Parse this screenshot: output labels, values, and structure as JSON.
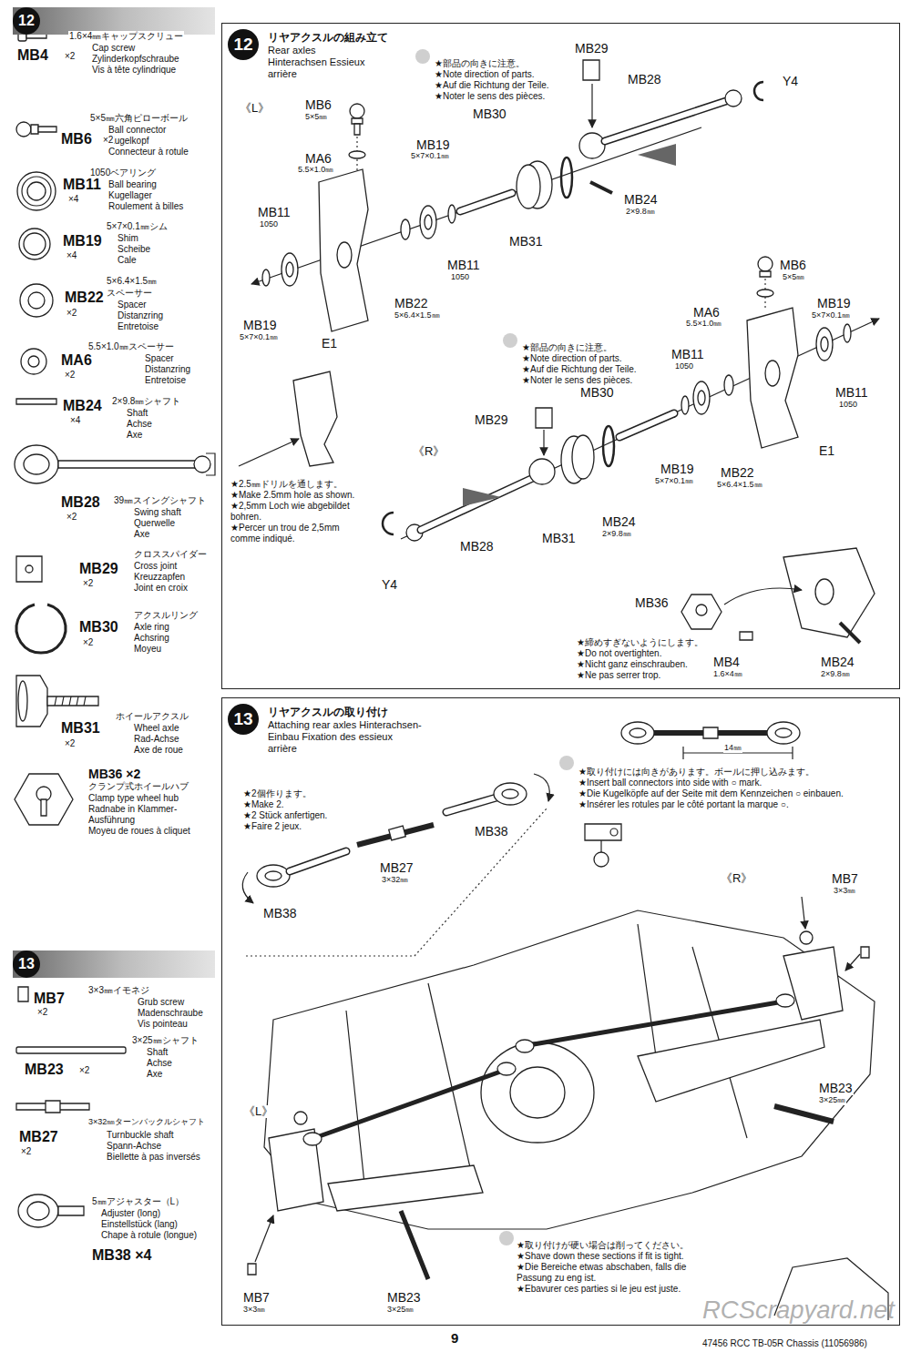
{
  "diagram": {
    "nodes": [
      {
        "text": [
          "リヤアクスルの組み立て",
          "Rear axles Hinterachsen Essieux arrière"
        ]
      },
      {
        "text": [
          "12"
        ],
        "in": 0
      },
      {
        "text": [
          "リヤアクスルの取り付け",
          "Attaching rear axles Hinterachsen-Einbau Fixation des essieux arrière"
        ]
      },
      {
        "text": [
          "13"
        ],
        "in": 2
      },
      {
        "text": [
          "12"
        ]
      },
      {
        "text": [
          "13"
        ]
      }
    ],
    "labels": [
      "1.6×4㎜キャップスクリュー",
      "Cap screw",
      "Zylinderkopfschraube",
      "Vis à tête cylindrique",
      "MB4",
      "×2",
      "5×5㎜六角ピローボール",
      "Ball connector",
      "Kugelkopf",
      "Connecteur à rotule",
      "MB6",
      "×2",
      "1050ベアリング",
      "Ball bearing",
      "Kugellager",
      "Roulement à billes",
      "MB11",
      "×4",
      "5×7×0.1㎜シム",
      "Shim",
      "Scheibe",
      "Cale",
      "MB19",
      "×4",
      "5×6.4×1.5㎜",
      "スペーサー",
      "Spacer",
      "Distanzring",
      "Entretoise",
      "MB22",
      "×2",
      "5.5×1.0㎜スペーサー",
      "Spacer",
      "Distanzring",
      "Entretoise",
      "MA6",
      "×2",
      "2×9.8㎜シャフト",
      "Shaft",
      "Achse",
      "Axe",
      "MB24",
      "×4",
      "MB28",
      "×2",
      "39㎜スイングシャフト",
      "Swing shaft",
      "Querwelle",
      "Axe",
      "MB29",
      "×2",
      "クロススパイダー",
      "Cross joint",
      "Kreuzzapfen",
      "Joint en croix",
      "MB30",
      "×2",
      "アクスルリング",
      "Axle ring",
      "Achsring",
      "Moyeu",
      "MB31",
      "×2",
      "ホイールアクスル",
      "Wheel axle",
      "Rad-Achse",
      "Axe de roue",
      "MB36 ×2",
      "クランプ式ホイールハブ",
      "Clamp type wheel hub",
      "Radnabe in Klammer-",
      "Ausführung",
      "Moyeu de roues à cliquet",
      "MB7",
      "×2",
      "3×3㎜イモネジ",
      "Grub screw",
      "Madenschraube",
      "Vis pointeau",
      "3×25㎜シャフト",
      "Shaft",
      "Achse",
      "Axe",
      "MB23",
      "×2",
      "3×32㎜ターンバックルシャフト",
      "Turnbuckle shaft",
      "Spann-Achse",
      "Biellette à pas inversés",
      "MB27",
      "×2",
      "5㎜アジャスター（L）",
      "Adjuster (long)",
      "Einstellstück (lang)",
      "Chape à rotule (longue)",
      "MB38 ×4",
      "《L》",
      "★部品の向きに注意。",
      "★Note direction of parts.",
      "★Auf die Richtung der Teile.",
      "★Noter le sens des pièces.",
      "MB29",
      "MB28",
      "Y4",
      "MB30",
      "MB6",
      "5×5㎜",
      "MA6",
      "5.5×1.0㎜",
      "MB19",
      "5×7×0.1㎜",
      "MB11",
      "1050",
      "MB24",
      "2×9.8㎜",
      "MB31",
      "MB11",
      "1050",
      "MB22",
      "5×6.4×1.5㎜",
      "MB19",
      "5×7×0.1㎜",
      "E1",
      "MB6",
      "5×5㎜",
      "MA6",
      "5.5×1.0㎜",
      "MB19",
      "5×7×0.1㎜",
      "MB11",
      "1050",
      "MB11",
      "1050",
      "★部品の向きに注意。",
      "★Note direction of parts.",
      "★Auf die Richtung der Teile.",
      "★Noter le sens des pièces.",
      "MB30",
      "MB29",
      "《R》",
      "MB19",
      "5×7×0.1㎜",
      "MB22",
      "5×6.4×1.5㎜",
      "E1",
      "★2.5㎜ドリルを通します。",
      "★Make 2.5mm hole as shown.",
      "★2,5mm Loch wie abgebildet",
      "bohren.",
      "★Percer un trou de 2,5mm",
      "comme indiqué.",
      "MB28",
      "MB31",
      "MB24",
      "2×9.8㎜",
      "Y4",
      "MB36",
      "★締めすぎないようにします。",
      "★Do not overtighten.",
      "★Nicht ganz einschrauben.",
      "★Ne pas serrer trop.",
      "MB4",
      "1.6×4㎜",
      "MB24",
      "2×9.8㎜",
      "★2個作ります。",
      "★Make 2.",
      "★2 Stück anfertigen.",
      "★Faire 2 jeux.",
      "MB38",
      "MB27",
      "3×32㎜",
      "MB38",
      "14㎜",
      "★取り付けには向きがあります。ボールに押し込みます。",
      "★Insert ball connectors into side with ○ mark.",
      "★Die Kugelköpfe auf der Seite mit dem Kennzeichen ○ einbauen.",
      "★Insérer les rotules par le côté portant la marque ○.",
      "《R》",
      "MB7",
      "3×3㎜",
      "MB23",
      "3×25㎜",
      "《L》",
      "MB7",
      "3×3㎜",
      "MB23",
      "3×25㎜",
      "★取り付けが硬い場合は削ってください。",
      "★Shave down these sections if fit is tight.",
      "★Die Bereiche etwas abschaben, falls die",
      "Passung zu eng ist.",
      "★Ebavurer ces parties si le jeu est juste.",
      "RCScrapyard.net",
      "9",
      "47456 RCC TB-05R Chassis (11056986)"
    ]
  }
}
